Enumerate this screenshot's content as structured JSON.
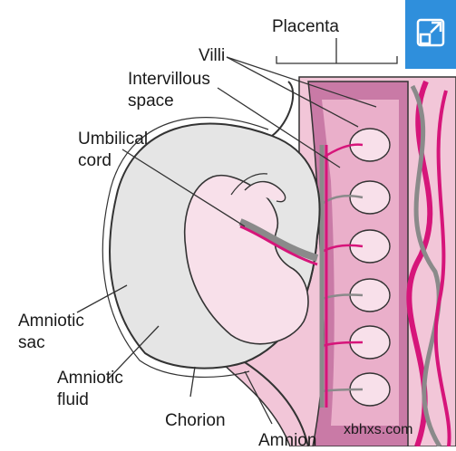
{
  "labels": {
    "placenta": "Placenta",
    "villi": "Villi",
    "intervillous_line1": "Intervillous",
    "intervillous_line2": "space",
    "umbilical_line1": "Umbilical",
    "umbilical_line2": "cord",
    "amniotic_sac_line1": "Amniotic",
    "amniotic_sac_line2": "sac",
    "amniotic_fluid_line1": "Amniotic",
    "amniotic_fluid_line2": "fluid",
    "chorion": "Chorion",
    "amnion": "Amnion"
  },
  "watermark": "xbhxs.com",
  "expand_button": {
    "icon": "expand-icon"
  },
  "colors": {
    "uterine_wall": "#e8b3c8",
    "placenta_tissue": "#c97aa6",
    "artery": "#d6157a",
    "vein": "#8a8a8a",
    "amniotic_fluid": "#e5e5e5",
    "fetus": "#f8e0ea",
    "accent_button": "#2f8fdc"
  }
}
